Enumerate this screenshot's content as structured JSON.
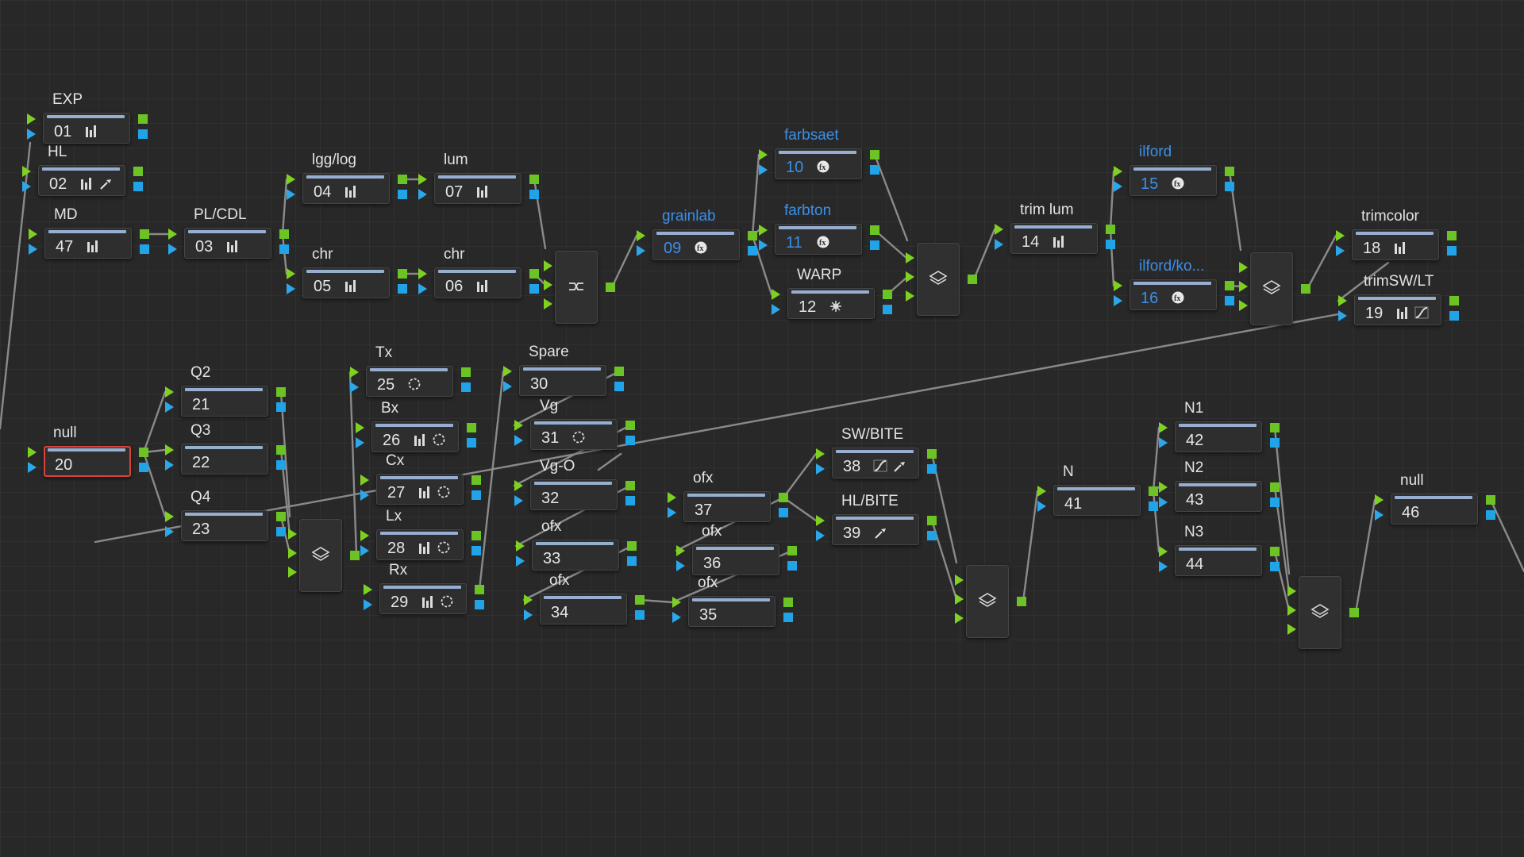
{
  "app": {
    "view": "Color Page - Node Editor"
  },
  "colors": {
    "background": "#282828",
    "node_fill": "#2e2e2e",
    "label": "#e3e3e3",
    "ofx_label": "#3b8fe8",
    "rgb_port": "#7fd121",
    "alpha_port": "#2ba7ea",
    "selected_outline": "#d8443a",
    "wire": "#8a8a8a"
  },
  "nodes": [
    {
      "id": "01",
      "label": "EXP",
      "icons": [
        "bars-icon"
      ]
    },
    {
      "id": "02",
      "label": "HL",
      "icons": [
        "bars-icon",
        "picker-icon"
      ]
    },
    {
      "id": "47",
      "label": "MD",
      "icons": [
        "bars-icon"
      ]
    },
    {
      "id": "03",
      "label": "PL/CDL",
      "icons": [
        "bars-icon"
      ]
    },
    {
      "id": "04",
      "label": "lgg/log",
      "icons": [
        "bars-icon"
      ]
    },
    {
      "id": "07",
      "label": "lum",
      "icons": [
        "bars-icon"
      ]
    },
    {
      "id": "05",
      "label": "chr",
      "icons": [
        "bars-icon"
      ]
    },
    {
      "id": "06",
      "label": "chr",
      "icons": [
        "bars-icon"
      ]
    },
    {
      "id": "09",
      "label": "grainlab",
      "icons": [
        "fx-icon"
      ],
      "ofx": true
    },
    {
      "id": "10",
      "label": "farbsaet",
      "icons": [
        "fx-icon"
      ],
      "ofx": true
    },
    {
      "id": "11",
      "label": "farbton",
      "icons": [
        "fx-icon"
      ],
      "ofx": true
    },
    {
      "id": "12",
      "label": "WARP",
      "icons": [
        "warp-icon"
      ]
    },
    {
      "id": "14",
      "label": "trim lum",
      "icons": [
        "bars-icon"
      ]
    },
    {
      "id": "15",
      "label": "ilford",
      "icons": [
        "fx-icon"
      ],
      "ofx": true
    },
    {
      "id": "16",
      "label": "ilford/ko...",
      "icons": [
        "fx-icon"
      ],
      "ofx": true
    },
    {
      "id": "18",
      "label": "trimcolor",
      "icons": [
        "bars-icon"
      ]
    },
    {
      "id": "19",
      "label": "trimSW/LT",
      "icons": [
        "bars-icon",
        "curve-icon"
      ]
    },
    {
      "id": "20",
      "label": "null",
      "icons": [],
      "selected": true
    },
    {
      "id": "21",
      "label": "Q2",
      "icons": []
    },
    {
      "id": "22",
      "label": "Q3",
      "icons": []
    },
    {
      "id": "23",
      "label": "Q4",
      "icons": []
    },
    {
      "id": "25",
      "label": "Tx",
      "icons": [
        "window-icon"
      ]
    },
    {
      "id": "26",
      "label": "Bx",
      "icons": [
        "bars-icon",
        "window-icon"
      ]
    },
    {
      "id": "27",
      "label": "Cx",
      "icons": [
        "bars-icon",
        "window-icon"
      ]
    },
    {
      "id": "28",
      "label": "Lx",
      "icons": [
        "bars-icon",
        "window-icon"
      ]
    },
    {
      "id": "29",
      "label": "Rx",
      "icons": [
        "bars-icon",
        "window-icon"
      ]
    },
    {
      "id": "30",
      "label": "Spare",
      "icons": []
    },
    {
      "id": "31",
      "label": "Vg",
      "icons": [
        "window-icon"
      ]
    },
    {
      "id": "32",
      "label": "Vg-O",
      "icons": []
    },
    {
      "id": "33",
      "label": "ofx",
      "icons": []
    },
    {
      "id": "34",
      "label": "ofx",
      "icons": []
    },
    {
      "id": "37",
      "label": "ofx",
      "icons": []
    },
    {
      "id": "36",
      "label": "ofx",
      "icons": []
    },
    {
      "id": "35",
      "label": "ofx",
      "icons": []
    },
    {
      "id": "38",
      "label": "SW/BITE",
      "icons": [
        "curve-icon",
        "picker-icon"
      ]
    },
    {
      "id": "39",
      "label": "HL/BITE",
      "icons": [
        "picker-icon"
      ]
    },
    {
      "id": "41",
      "label": "N",
      "icons": []
    },
    {
      "id": "42",
      "label": "N1",
      "icons": []
    },
    {
      "id": "43",
      "label": "N2",
      "icons": []
    },
    {
      "id": "44",
      "label": "N3",
      "icons": []
    },
    {
      "id": "46",
      "label": "null",
      "icons": []
    }
  ],
  "mixers": [
    {
      "name": "splitter-combiner-1",
      "icon": "splitter-icon"
    },
    {
      "name": "layer-mixer-1",
      "icon": "layers-icon"
    },
    {
      "name": "layer-mixer-2",
      "icon": "layers-icon"
    },
    {
      "name": "layer-mixer-3",
      "icon": "layers-icon"
    },
    {
      "name": "layer-mixer-4",
      "icon": "layers-icon"
    },
    {
      "name": "layer-mixer-5",
      "icon": "layers-icon"
    }
  ]
}
